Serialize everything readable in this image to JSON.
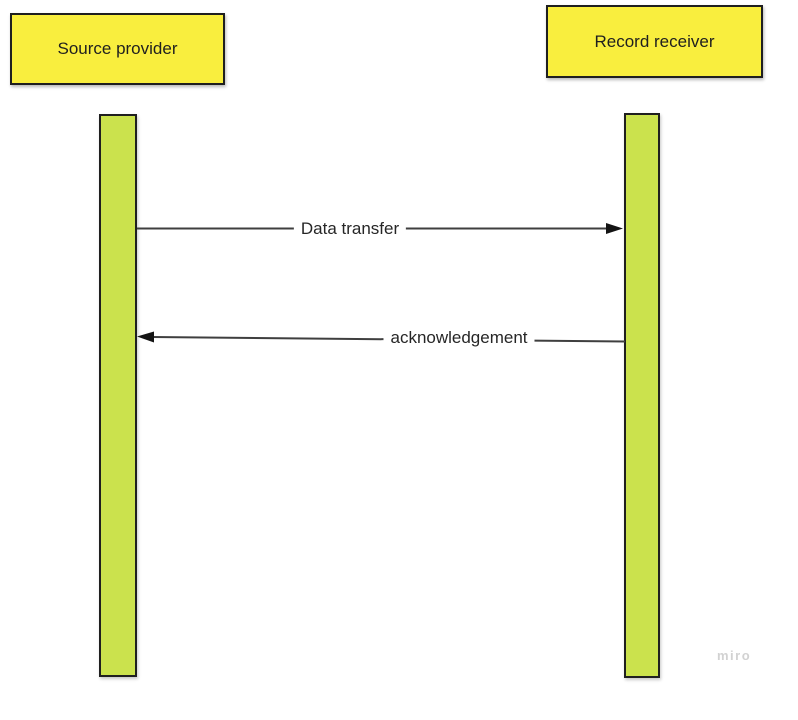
{
  "diagram": {
    "type": "sequence-diagram",
    "actors": [
      {
        "id": "source-provider",
        "label": "Source provider"
      },
      {
        "id": "record-receiver",
        "label": "Record receiver"
      }
    ],
    "messages": [
      {
        "label": "Data transfer",
        "from": "source-provider",
        "to": "record-receiver",
        "direction": "right"
      },
      {
        "label": "acknowledgement",
        "from": "record-receiver",
        "to": "source-provider",
        "direction": "left"
      }
    ],
    "watermark": "miro",
    "colors": {
      "actor_fill": "#f9ee3e",
      "lifeline_fill": "#cbe24d",
      "shape_border": "#1f1f1f",
      "arrow_line": "#3f3f3f",
      "arrowhead": "#141414",
      "label_text": "#262626",
      "watermark_text": "#d2d2d2",
      "background": "#ffffff"
    }
  }
}
